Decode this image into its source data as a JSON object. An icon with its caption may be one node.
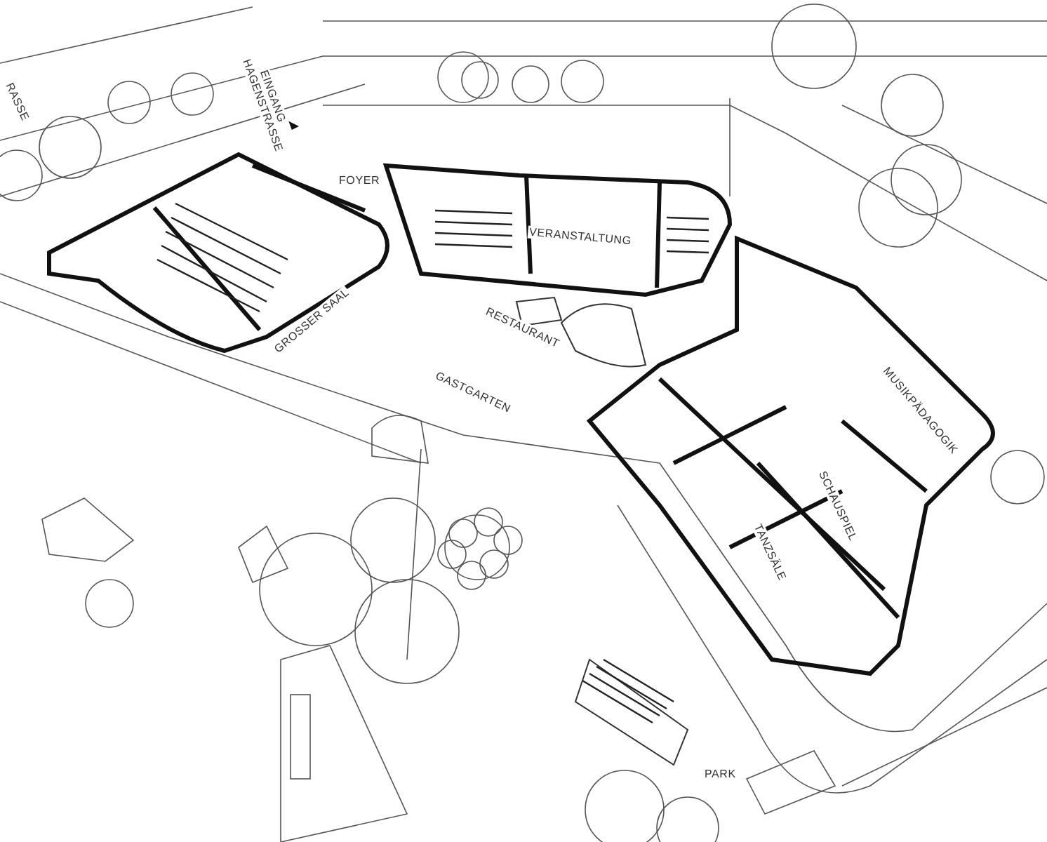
{
  "diagram": {
    "labels": [
      "RASSE",
      "EINGANG HAGENSTRASSE",
      "FOYER",
      "VERANSTALTUNG",
      "GROSSER SAAL",
      "RESTAURANT",
      "GASTGARTEN",
      "MUSIKPÄDAGOGIK",
      "SCHAUSPIEL",
      "TANZSÄLE",
      "PARK"
    ]
  }
}
